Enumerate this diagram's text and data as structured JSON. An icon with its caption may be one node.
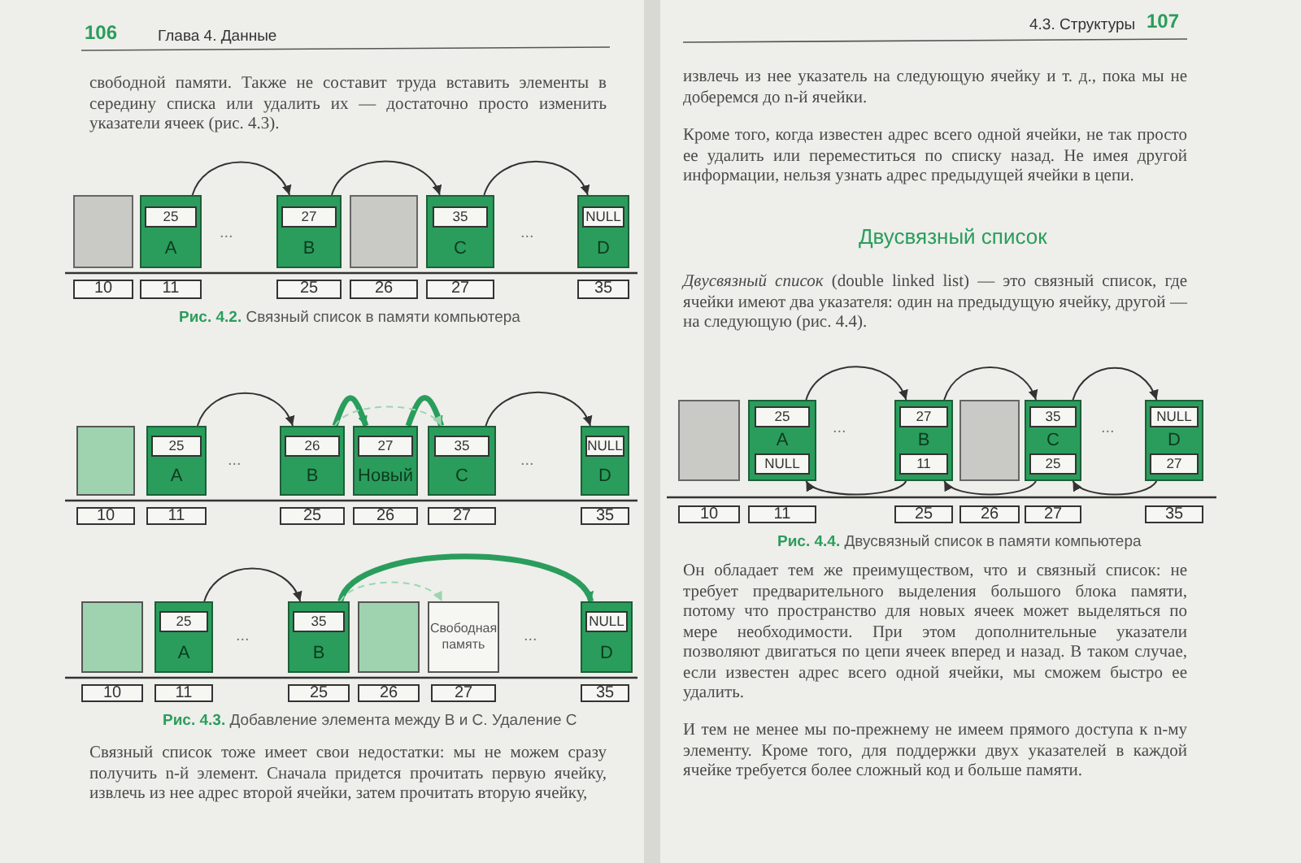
{
  "diagram": {
    "nodes": [
      {
        "text": [],
        "shape": "box"
      },
      {
        "text": [
          "25",
          "A"
        ]
      },
      {
        "text": [
          "27",
          "B"
        ]
      },
      {
        "text": [],
        "shape": "box"
      },
      {
        "text": [
          "35",
          "C"
        ]
      },
      {
        "text": [
          "NULL",
          "D"
        ]
      },
      {
        "text": [
          "10"
        ]
      },
      {
        "text": [
          "11"
        ]
      },
      {
        "text": [
          "25"
        ]
      },
      {
        "text": [
          "26"
        ]
      },
      {
        "text": [
          "27"
        ]
      },
      {
        "text": [
          "35"
        ]
      },
      {
        "text": [],
        "shape": "box"
      },
      {
        "text": [
          "25",
          "A"
        ]
      },
      {
        "text": [
          "26",
          "B"
        ]
      },
      {
        "text": [
          "27",
          "Новый"
        ]
      },
      {
        "text": [
          "35",
          "C"
        ]
      },
      {
        "text": [
          "NULL",
          "D"
        ]
      },
      {
        "text": [
          "10"
        ]
      },
      {
        "text": [
          "11"
        ]
      },
      {
        "text": [
          "25"
        ]
      },
      {
        "text": [
          "26"
        ]
      },
      {
        "text": [
          "27"
        ]
      },
      {
        "text": [
          "35"
        ]
      },
      {
        "text": [],
        "shape": "box"
      },
      {
        "text": [
          "25",
          "A"
        ]
      },
      {
        "text": [
          "35",
          "B"
        ]
      },
      {
        "text": [],
        "shape": "box"
      },
      {
        "text": [
          "Свободная память"
        ]
      },
      {
        "text": [
          "NULL",
          "D"
        ]
      },
      {
        "text": [
          "10"
        ]
      },
      {
        "text": [
          "11"
        ]
      },
      {
        "text": [
          "25"
        ]
      },
      {
        "text": [
          "26"
        ]
      },
      {
        "text": [
          "27"
        ]
      },
      {
        "text": [
          "35"
        ]
      },
      {
        "text": [],
        "shape": "box"
      },
      {
        "text": [
          "25",
          "A",
          "NULL"
        ]
      },
      {
        "text": [
          "27",
          "B",
          "11"
        ]
      },
      {
        "text": [],
        "shape": "box"
      },
      {
        "text": [
          "35",
          "C",
          "25"
        ]
      },
      {
        "text": [
          "NULL",
          "D",
          "27"
        ]
      },
      {
        "text": [
          "10"
        ]
      },
      {
        "text": [
          "11"
        ]
      },
      {
        "text": [
          "25"
        ]
      },
      {
        "text": [
          "26"
        ]
      },
      {
        "text": [
          "27"
        ]
      },
      {
        "text": [
          "35"
        ]
      }
    ],
    "edges": [
      {
        "from": 1,
        "to": 2,
        "arrow": "to"
      },
      {
        "from": 2,
        "to": 4,
        "arrow": "to"
      },
      {
        "from": 4,
        "to": 5,
        "arrow": "to"
      },
      {
        "from": 13,
        "to": 14,
        "arrow": "to"
      },
      {
        "from": 14,
        "to": 15,
        "arrow": "to",
        "style": "thick",
        "color": "#2a9d5c"
      },
      {
        "from": 15,
        "to": 16,
        "arrow": "to",
        "style": "thick",
        "color": "#2a9d5c"
      },
      {
        "from": 14,
        "to": 16,
        "arrow": "to",
        "style": "dashed",
        "color": "#9bd6b0"
      },
      {
        "from": 16,
        "to": 17,
        "arrow": "to"
      },
      {
        "from": 25,
        "to": 26,
        "arrow": "to"
      },
      {
        "from": 26,
        "to": 29,
        "arrow": "to",
        "style": "thick",
        "color": "#2a9d5c"
      },
      {
        "from": 26,
        "to": 28,
        "arrow": "to",
        "style": "dashed",
        "color": "#9bd6b0"
      },
      {
        "from": 37,
        "to": 38,
        "arrow": "to"
      },
      {
        "from": 38,
        "to": 40,
        "arrow": "to"
      },
      {
        "from": 40,
        "to": 41,
        "arrow": "to"
      },
      {
        "from": 38,
        "to": 37,
        "arrow": "to"
      },
      {
        "from": 40,
        "to": 38,
        "arrow": "to"
      },
      {
        "from": 41,
        "to": 40,
        "arrow": "to"
      }
    ],
    "labels": [
      "106",
      "Глава 4. Данные",
      "свободной памяти. Также не составит труда вставить элементы в середину списка или удалить их — достаточно просто изменить указатели ячеек (рис. 4.3).",
      "...",
      "...",
      "**Рис. 4.2.** Связный список в памяти компьютера",
      "...",
      "...",
      "...",
      "...",
      "**Рис. 4.3.** Добавление элемента между B и C. Удаление C",
      "Связный список тоже имеет свои недостатки: мы не можем сразу получить n-й элемент. Сначала придется прочитать первую ячейку, извлечь из нее адрес второй ячейки, затем прочитать вторую ячейку,",
      "4.3. Структуры",
      "107",
      "извлечь из нее указатель на следующую ячейку и т. д., пока мы не доберемся до n-й ячейки.",
      "Кроме того, когда известен адрес всего одной ячейки, не так просто ее удалить или переместиться по списку назад. Не имея другой информации, нельзя узнать адрес предыдущей ячейки в цепи.",
      "Двусвязный список",
      "*Двусвязный список* (double linked list) — это связный список, где ячейки имеют два указателя: один на предыдущую ячейку, другой — на следующую (рис. 4.4).",
      "...",
      "...",
      "**Рис. 4.4.** Двусвязный список в памяти компьютера",
      "Он обладает тем же преимуществом, что и связный список: не требует предварительного выделения большого блока памяти, потому что пространство для новых ячеек может выделяться по мере необходимости. При этом дополнительные указатели позволяют двигаться по цепи ячеек вперед и назад. В таком случае, если известен адрес всего одной ячейки, мы сможем быстро ее удалить.",
      "И тем не менее мы по-прежнему не имеем прямого доступа к n-му элементу. Кроме того, для поддержки двух указателей в каждой ячейке требуется более сложный код и больше памяти."
    ]
  }
}
